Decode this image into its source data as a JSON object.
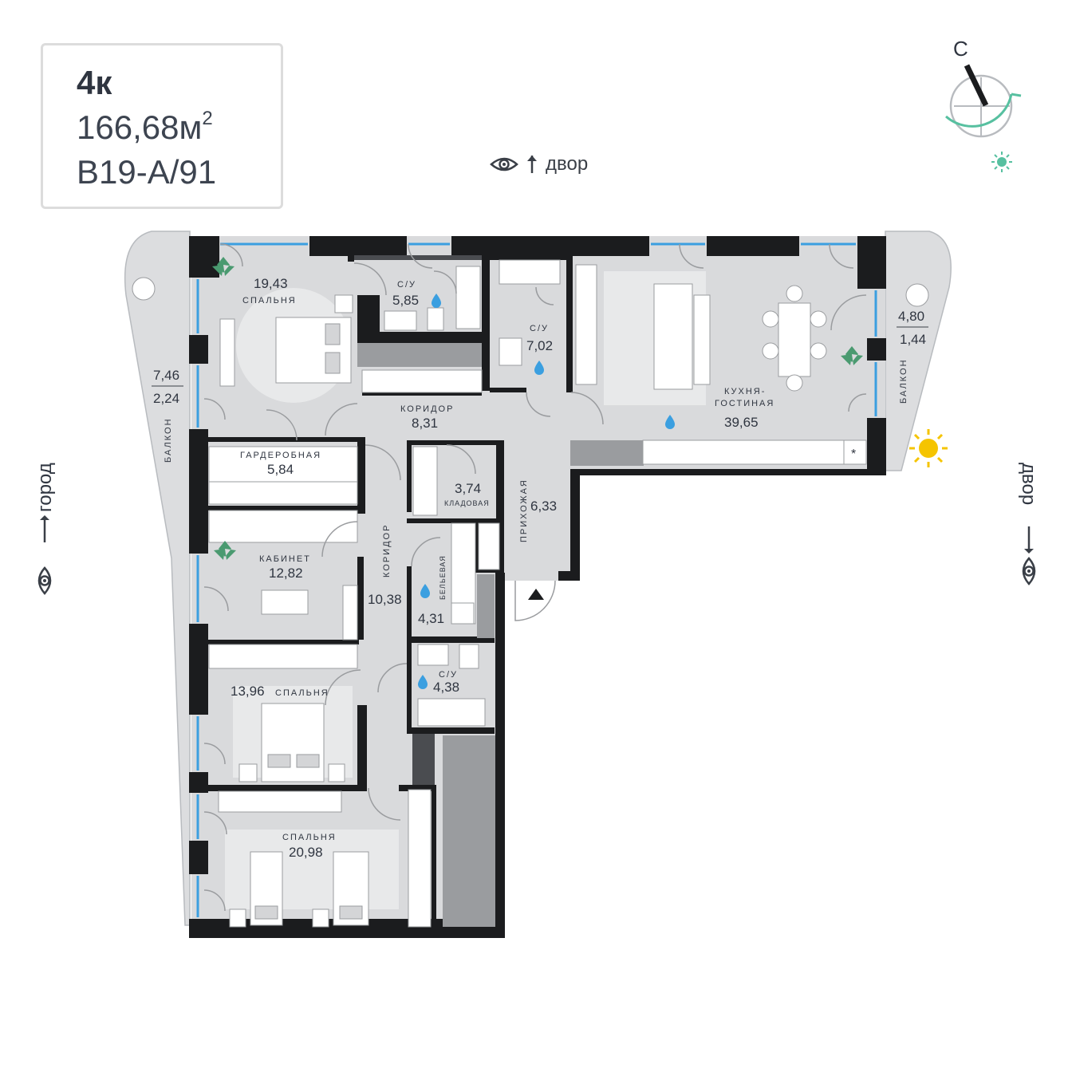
{
  "header": {
    "rooms": "4к",
    "area_value": "166,68м",
    "area_unit_sup": "2",
    "code": "В19-А/91"
  },
  "views": {
    "top": "двор",
    "left": "город",
    "right": "двор"
  },
  "compass": {
    "north_label": "С"
  },
  "rooms": [
    {
      "id": "bedroom1",
      "name": "СПАЛЬНЯ",
      "area": "19,43"
    },
    {
      "id": "bath1",
      "name": "С/У",
      "area": "5,85"
    },
    {
      "id": "bath2",
      "name": "С/У",
      "area": "7,02"
    },
    {
      "id": "kitchen",
      "name": "КУХНЯ-\nГОСТИНАЯ",
      "name_line1": "КУХНЯ-",
      "name_line2": "ГОСТИНАЯ",
      "area": "39,65"
    },
    {
      "id": "corridor1",
      "name": "КОРИДОР",
      "area": "8,31"
    },
    {
      "id": "wardrobe",
      "name": "ГАРДЕРОБНАЯ",
      "area": "5,84"
    },
    {
      "id": "storage",
      "name": "КЛАДОВАЯ",
      "area": "3,74"
    },
    {
      "id": "hall",
      "name": "ПРИХОЖАЯ",
      "area": "6,33"
    },
    {
      "id": "office",
      "name": "КАБИНЕТ",
      "area": "12,82"
    },
    {
      "id": "corridor2",
      "name": "КОРИДОР",
      "area": "10,38"
    },
    {
      "id": "linen",
      "name": "БЕЛЬЕВАЯ",
      "area": "4,31"
    },
    {
      "id": "bath3",
      "name": "С/У",
      "area": "4,38"
    },
    {
      "id": "bedroom2",
      "name": "СПАЛЬНЯ",
      "area": "13,96"
    },
    {
      "id": "bedroom3",
      "name": "СПАЛЬНЯ",
      "area": "20,98"
    }
  ],
  "balconies": [
    {
      "id": "balcony-left",
      "name": "БАЛКОН",
      "area_top": "7,46",
      "area_bottom": "2,24"
    },
    {
      "id": "balcony-right",
      "name": "БАЛКОН",
      "area_top": "4,80",
      "area_bottom": "1,44"
    }
  ],
  "colors": {
    "wall": "#1b1c1e",
    "floor": "#dcdddf",
    "balcony": "#dcdddf",
    "window": "#3b9fe0",
    "accent": "#57c0a0",
    "sun": "#f5c400",
    "water": "#3b9fe0"
  },
  "icons": [
    "eye-icon",
    "arrow-up-icon",
    "compass-icon",
    "sun-icon",
    "water-drop-icon",
    "plant-icon",
    "entrance-arrow-icon"
  ]
}
